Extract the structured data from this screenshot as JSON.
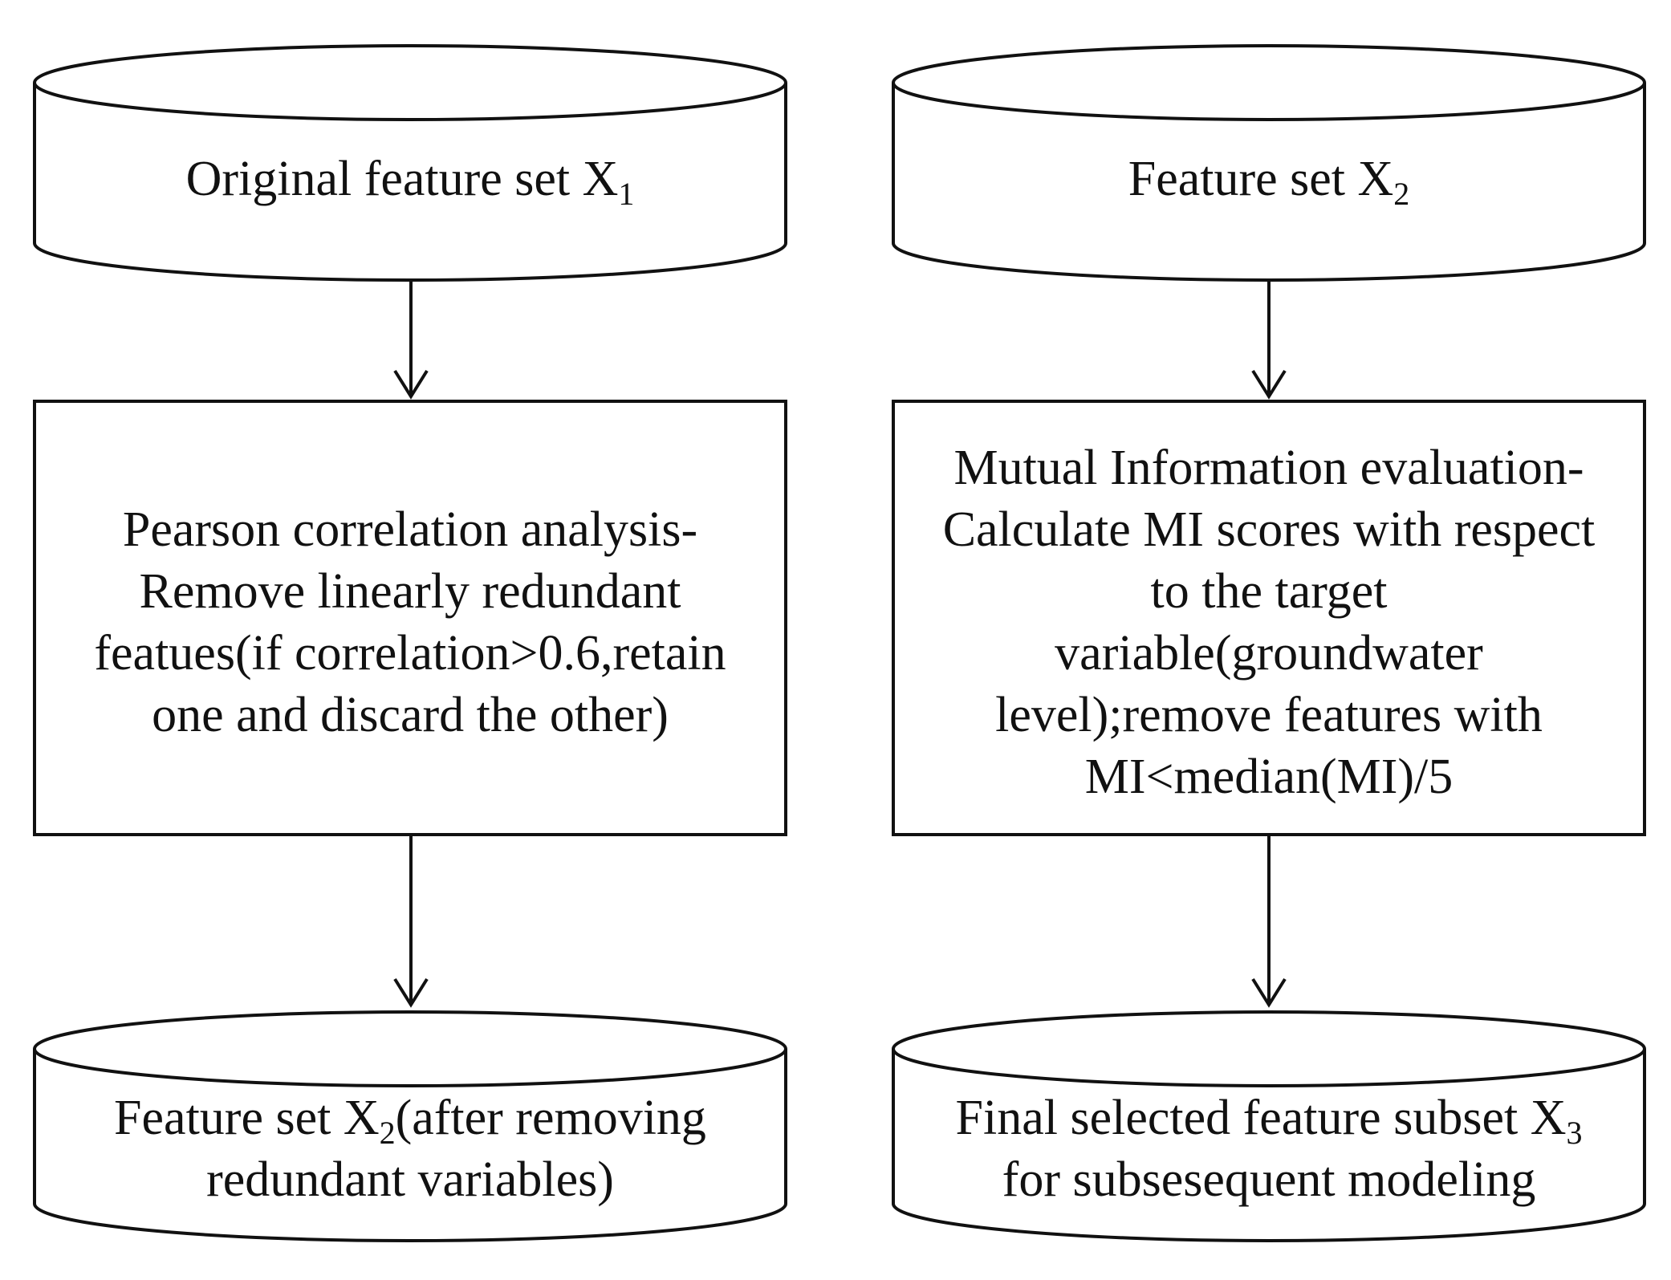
{
  "nodes": {
    "x1_store": {
      "lines": [
        [
          {
            "t": "Original feature set X"
          },
          {
            "t": "1",
            "sub": true
          }
        ]
      ]
    },
    "pearson": {
      "lines": [
        [
          {
            "t": "Pearson correlation analysis-"
          }
        ],
        [
          {
            "t": "Remove linearly redundant"
          }
        ],
        [
          {
            "t": "featues(if correlation>0.6,retain"
          }
        ],
        [
          {
            "t": "one and discard the other)"
          }
        ]
      ]
    },
    "x2_store": {
      "lines": [
        [
          {
            "t": "Feature set X"
          },
          {
            "t": "2",
            "sub": true
          },
          {
            "t": "(after removing"
          }
        ],
        [
          {
            "t": "redundant variables)"
          }
        ]
      ]
    },
    "x2_input": {
      "lines": [
        [
          {
            "t": "Feature set X"
          },
          {
            "t": "2",
            "sub": true
          }
        ]
      ]
    },
    "mi": {
      "lines": [
        [
          {
            "t": "Mutual Information evaluation-"
          }
        ],
        [
          {
            "t": "Calculate MI scores with respect"
          }
        ],
        [
          {
            "t": "to the target"
          }
        ],
        [
          {
            "t": "variable(groundwater"
          }
        ],
        [
          {
            "t": "level);remove features with"
          }
        ],
        [
          {
            "t": "MI<median(MI)/5"
          }
        ]
      ]
    },
    "x3_store": {
      "lines": [
        [
          {
            "t": "Final selected feature subset X"
          },
          {
            "t": "3",
            "sub": true
          }
        ],
        [
          {
            "t": "for subsesequent modeling"
          }
        ]
      ]
    }
  },
  "edges": [
    {
      "from": "x1_store",
      "to": "pearson"
    },
    {
      "from": "pearson",
      "to": "x2_store"
    },
    {
      "from": "x2_input",
      "to": "mi"
    },
    {
      "from": "mi",
      "to": "x3_store"
    }
  ]
}
